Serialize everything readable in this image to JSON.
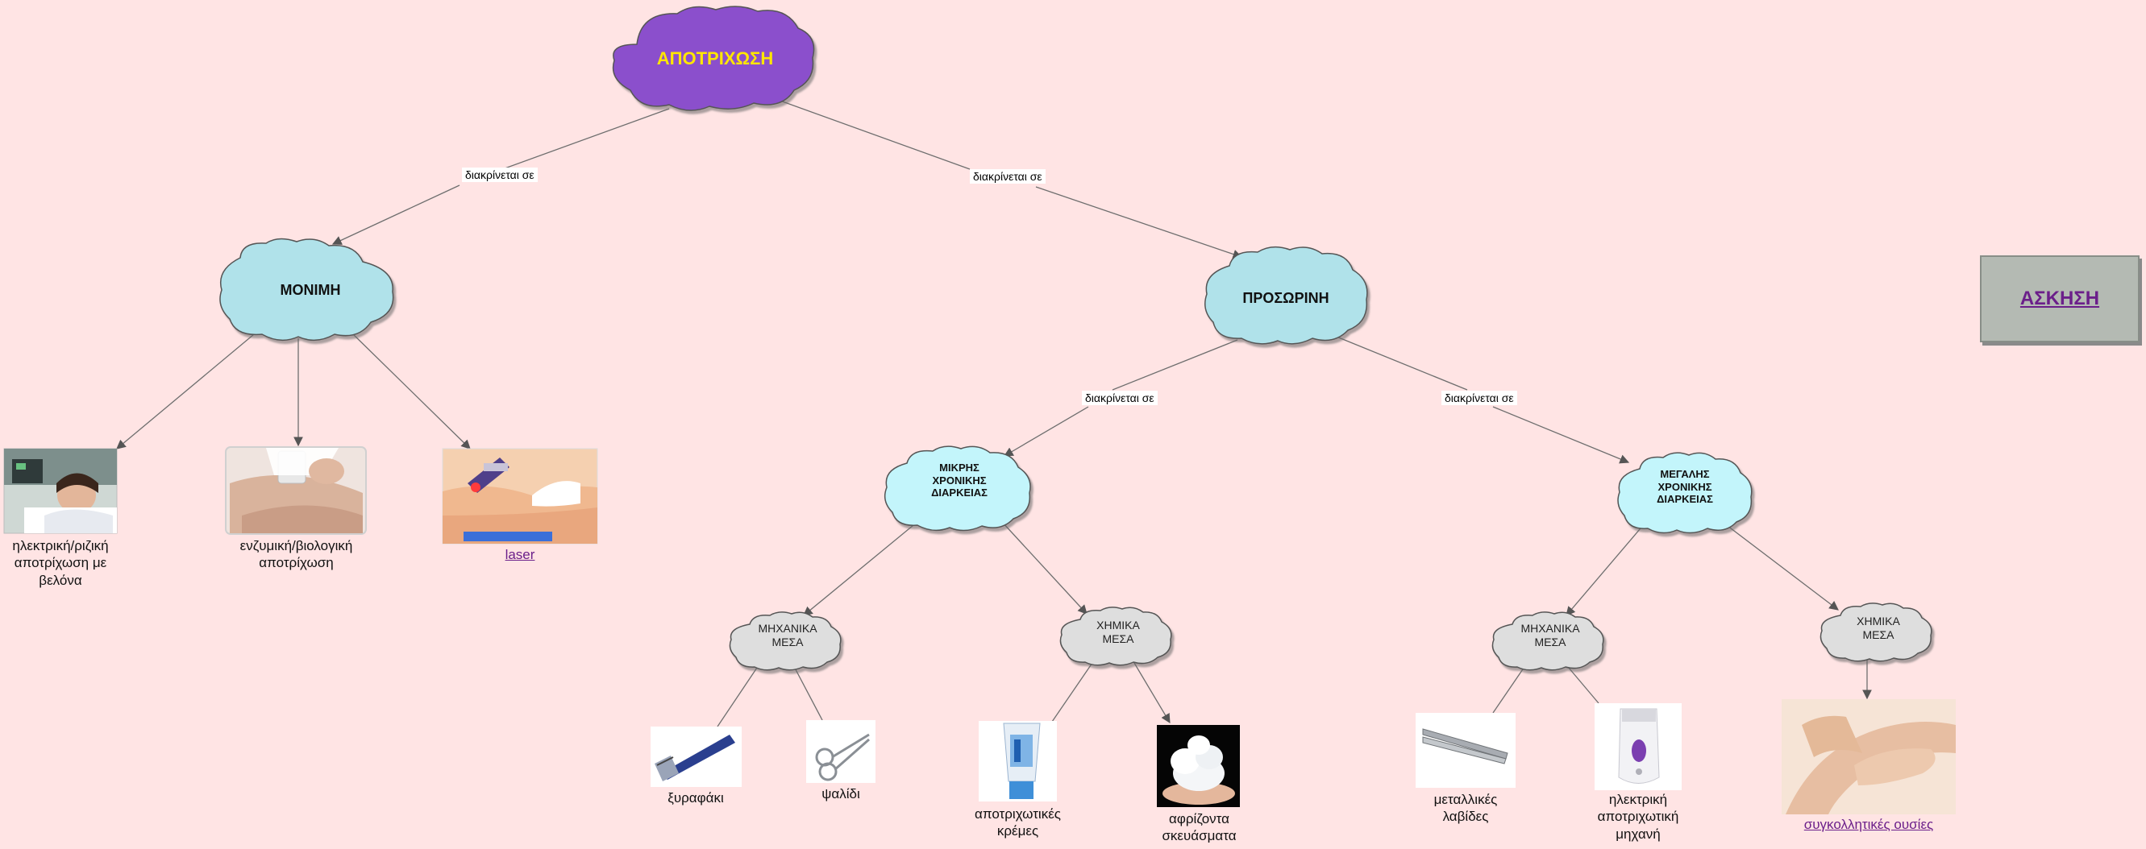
{
  "concepts": {
    "root": "ΑΠΟΤΡΙΧΩΣΗ",
    "permanent": "ΜΟΝΙΜΗ",
    "temporary": "ΠΡΟΣΩΡΙΝΗ",
    "short_duration": [
      "ΜΙΚΡΗΣ",
      "ΧΡΟΝΙΚΗΣ",
      "ΔΙΑΡΚΕΙΑΣ"
    ],
    "long_duration": [
      "ΜΕΓΑΛΗΣ",
      "ΧΡΟΝΙΚΗΣ",
      "ΔΙΑΡΚΕΙΑΣ"
    ],
    "short_mechanical": [
      "ΜΗΧΑΝΙΚΑ",
      "ΜΕΣΑ"
    ],
    "short_chemical": [
      "ΧΗΜΙΚΑ",
      "ΜΕΣΑ"
    ],
    "long_mechanical": [
      "ΜΗΧΑΝΙΚΑ",
      "ΜΕΣΑ"
    ],
    "long_chemical": [
      "ΧΗΜΙΚΑ",
      "ΜΕΣΑ"
    ]
  },
  "link_labels": {
    "root_left": "διακρίνεται σε",
    "root_right": "διακρίνεται σε",
    "temp_left": "διακρίνεται σε",
    "temp_right": "διακρίνεται σε"
  },
  "captions": {
    "electric": [
      "ηλεκτρική/ριζική",
      "αποτρίχωση με",
      "βελόνα"
    ],
    "enzymatic": [
      "ενζυμική/βιολογική",
      "αποτρίχωση"
    ],
    "laser": "laser",
    "razor": "ξυραφάκι",
    "scissors": "ψαλίδι",
    "creams": [
      "αποτριχωτικές",
      "κρέμες"
    ],
    "foams": [
      "αφρίζοντα",
      "σκευάσματα"
    ],
    "tweezers": [
      "μεταλλικές",
      "λαβίδες"
    ],
    "epilator": [
      "ηλεκτρική",
      "αποτριχωτική",
      "μηχανή"
    ],
    "wax": "συγκολλητικές ουσίες"
  },
  "exercise_button": "ΑΣΚΗΣΗ",
  "colors": {
    "background": "#ffe4e4",
    "root_fill": "#8b4fcc",
    "root_text": "#ffe600",
    "level1_fill": "#b0e2ea",
    "level2_fill": "#c3f5fb",
    "level3_fill": "#dedede",
    "link_text": "#6b1f8a",
    "edge": "#6e6e6e"
  }
}
